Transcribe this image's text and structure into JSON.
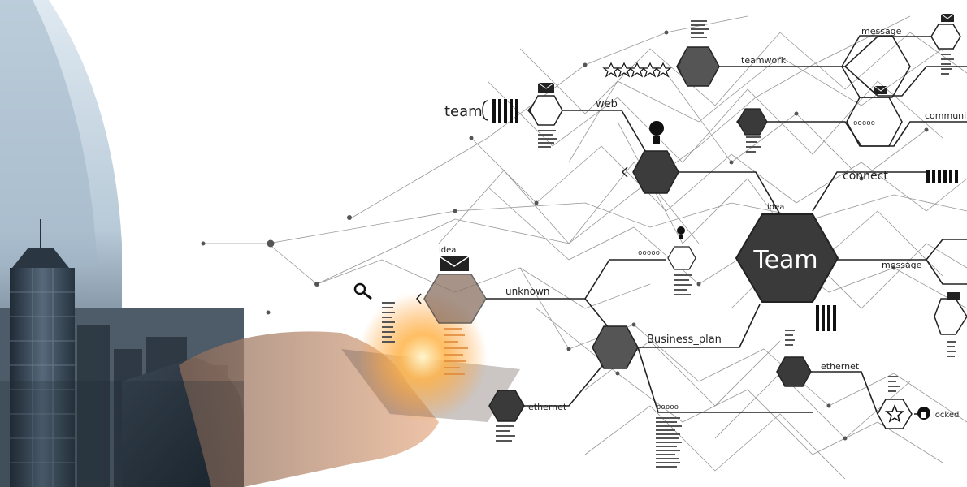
{
  "labels": {
    "team_center": "Team",
    "team_left": "team",
    "web": "web",
    "teamwork": "teamwork",
    "message_top": "message",
    "message_right": "message",
    "connect": "connect",
    "communi": "communi",
    "idea_top": "idea",
    "idea_center": "idea",
    "unknown": "unknown",
    "business_plan": "Business_plan",
    "ethernet_left": "ethernet",
    "ethernet_right": "ethernet",
    "locked": "locked",
    "dots_a": "ooooo",
    "dots_b": "ooooo",
    "dots_c": "ooooo"
  },
  "icons": [
    "star-rating-icon",
    "envelope-icon",
    "lightbulb-icon",
    "people-group-icon",
    "magnifier-icon",
    "padlock-icon",
    "star-icon"
  ]
}
